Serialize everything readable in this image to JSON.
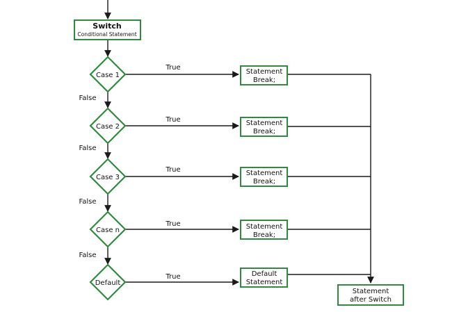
{
  "switch_node": {
    "title": "Switch",
    "subtitle": "Conditional Statement"
  },
  "cases": [
    {
      "label": "Case 1",
      "true_label": "True",
      "false_label": "False",
      "statement": [
        "Statement",
        "Break;"
      ]
    },
    {
      "label": "Case 2",
      "true_label": "True",
      "false_label": "False",
      "statement": [
        "Statement",
        "Break;"
      ]
    },
    {
      "label": "Case 3",
      "true_label": "True",
      "false_label": "False",
      "statement": [
        "Statement",
        "Break;"
      ]
    },
    {
      "label": "Case n",
      "true_label": "True",
      "false_label": "False",
      "statement": [
        "Statement",
        "Break;"
      ]
    }
  ],
  "default_node": {
    "label": "Default",
    "true_label": "True",
    "statement": [
      "Default",
      "Statement"
    ]
  },
  "after_node": {
    "lines": [
      "Statement",
      "after Switch"
    ]
  },
  "colors": {
    "node_border": "#2e8b3e",
    "connector": "#1a1a1a"
  }
}
